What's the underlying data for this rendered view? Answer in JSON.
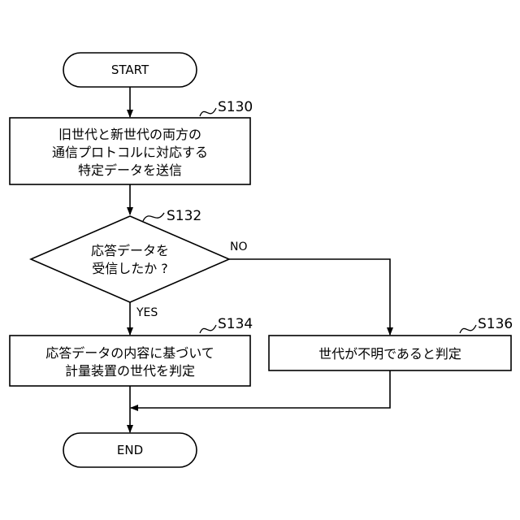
{
  "nodes": {
    "start": {
      "label": "START"
    },
    "s130": {
      "step": "S130",
      "lines": [
        "旧世代と新世代の両方の",
        "通信プロトコルに対応する",
        "特定データを送信"
      ]
    },
    "s132": {
      "step": "S132",
      "lines": [
        "応答データを",
        "受信したか ?"
      ]
    },
    "s134": {
      "step": "S134",
      "lines": [
        "応答データの内容に基づいて",
        "計量装置の世代を判定"
      ]
    },
    "s136": {
      "step": "S136",
      "lines": [
        "世代が不明であると判定"
      ]
    },
    "end": {
      "label": "END"
    }
  },
  "branches": {
    "no": "NO",
    "yes": "YES"
  }
}
